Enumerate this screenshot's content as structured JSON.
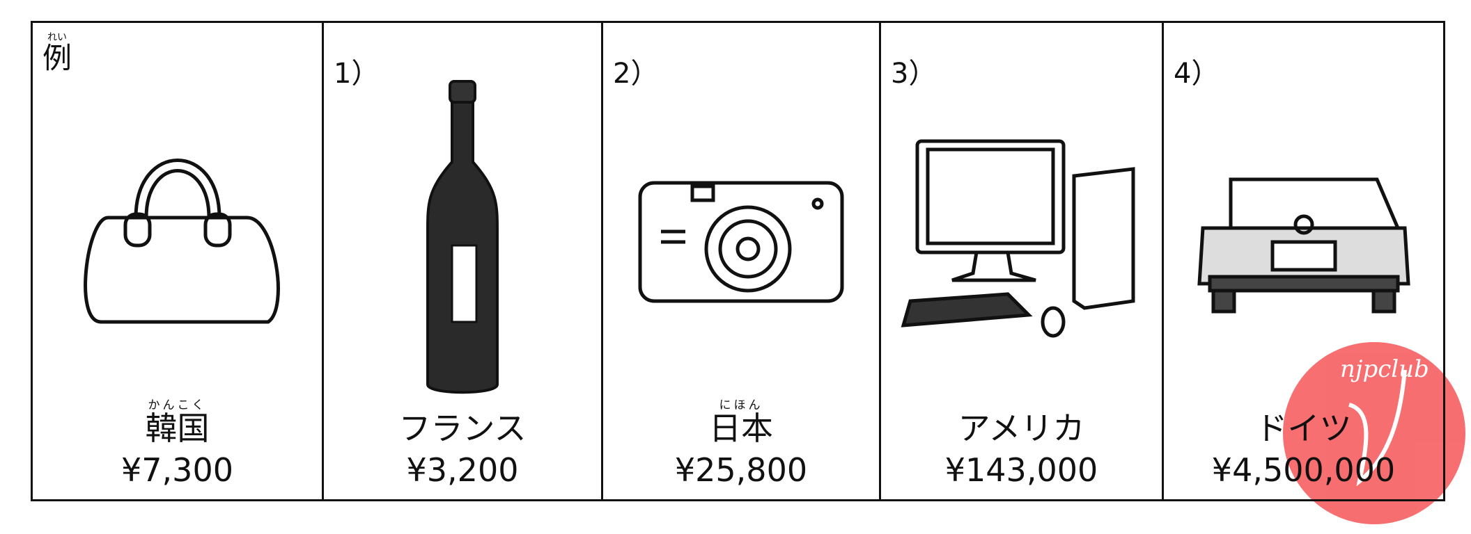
{
  "example": {
    "label": "例",
    "ruby": "れい"
  },
  "items": [
    {
      "number": "",
      "item": "bag-icon",
      "country": "韓国",
      "ruby": "かんこく",
      "price": "¥7,300"
    },
    {
      "number": "1）",
      "item": "wine-bottle-icon",
      "country": "フランス",
      "ruby": "",
      "price": "¥3,200"
    },
    {
      "number": "2）",
      "item": "camera-icon",
      "country": "日本",
      "ruby": "にほん",
      "price": "¥25,800"
    },
    {
      "number": "3）",
      "item": "computer-icon",
      "country": "アメリカ",
      "ruby": "",
      "price": "¥143,000"
    },
    {
      "number": "4）",
      "item": "car-icon",
      "country": "ドイツ",
      "ruby": "",
      "price": "¥4,500,000"
    }
  ],
  "watermark": "njpclub"
}
